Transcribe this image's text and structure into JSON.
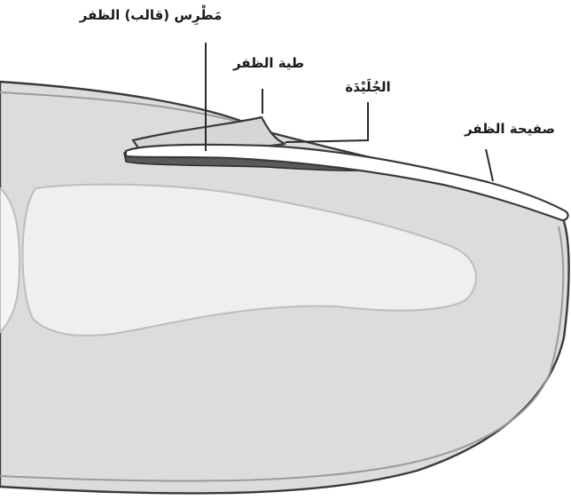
{
  "labels": {
    "nail_matrix": "مَطْرِس (قالب) الظفر",
    "proximal_nail_fold": "طية الظفر",
    "cuticle": "الجُلَيْدَة",
    "nail_plate": "صفيحة الظفر"
  }
}
